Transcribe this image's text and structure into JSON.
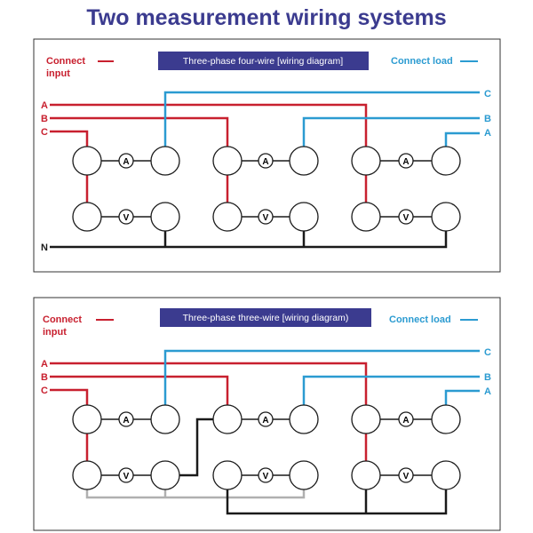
{
  "title": "Two measurement wiring systems",
  "colors": {
    "title": "#3b3b8f",
    "red": "#c8202f",
    "blue": "#2b9bd1",
    "black": "#1a1a1a",
    "gray": "#b0b0b0",
    "banner": "#3b3b8f"
  },
  "panel1": {
    "banner": "Three-phase four-wire [wiring diagram]",
    "input_label_1": "Connect",
    "input_label_2": "input",
    "load_label": "Connect load",
    "input_phases": [
      "A",
      "B",
      "C"
    ],
    "output_phases": [
      "C",
      "B",
      "A"
    ],
    "neutral": "N",
    "ammeter": "A",
    "voltmeter": "V"
  },
  "panel2": {
    "banner": "Three-phase three-wire [wiring diagram)",
    "input_label_1": "Connect",
    "input_label_2": "input",
    "load_label": "Connect load",
    "input_phases": [
      "A",
      "B",
      "C"
    ],
    "output_phases": [
      "C",
      "B",
      "A"
    ],
    "ammeter": "A",
    "voltmeter": "V"
  }
}
